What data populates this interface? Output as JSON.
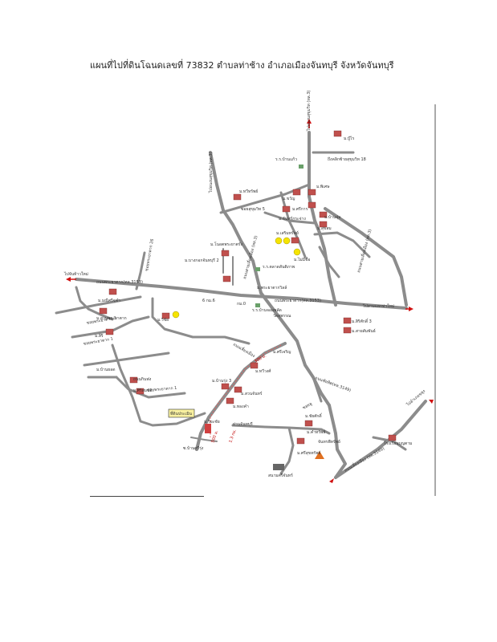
{
  "title": "แผนที่ไปที่ดินโฉนดเลขที่ 73832  ตำบลท่าช้าง อำเภอเมืองจันทบุรี จังหวัดจันทบุรี",
  "colors": {
    "road": "#8c8c8c",
    "arrow": "#d01010",
    "house": "#c0504d",
    "badge": "#f5e400"
  },
  "labels": {
    "l_sukhumvit_n": "ไปอนงนสุขุมวิท (ทล.3)",
    "l_mu_bu": "ม.บู๊ไร",
    "l_sukhumvit18": "ถึงคลิกซ้ายสุขุมวิท 18",
    "l_rn_ban_kaeo": "ร.ร.บ้านแก้ว",
    "l_sukhumvit_nw": "ไปอนงนสุขุมวิท (ทล.3)",
    "l_mu_thawi": "ม.ทวีทรัพย์",
    "l_mu_wiset": "ม.พิเศษ",
    "l_mu_kwan": "ม.ขวัญ",
    "l_soi5": "ซอยสุขุมวิท 5",
    "l_mu_si_kan": "ม.ศรีการ",
    "l_mu_ban_um": "ม.บ้านอุ่ม",
    "l_mu_chan_nu": "ม.จันทร์กระจ่าง",
    "l_mu_suk_som": "ม.สุขสม",
    "l_mu_sawat": "ม.เสริมทรัพย์",
    "l_mu_sin_song": "ม.ไม่มีชื่อ",
    "l_sukhumvit_e": "ถนนสายเลี่ยงเมือง (ทล.3)",
    "l_mu_niwet": "ม.โนอตพระยาตรัง",
    "l_mu_chanthaburi2": "ม.บางกอกจันทบุรี 2",
    "l_rn_talad": "ร.ร.ตลาดสันติภาพ",
    "l_phayatak26": "ซอยพระยาตาก 26",
    "l_to_bangkok": "ไปจันท้าวใหม่",
    "l_road_main_w": "ถนนพระยาตาก(ทล.3153)",
    "l_mu_mani": "ม.มณีศรีจุฬา",
    "l_mu_somsri": "ม.สวนพระยาตาก",
    "l_mu_phayatak_village": "ม.พระยาตากวิลล์",
    "l_mu_siri": "ม.สิริ",
    "l_kom_6": "6\nกม.6",
    "l_kom_0": "กม.0",
    "l_road_main_e": "ถนนพระยาตาก(ทล.3153)",
    "l_to_tha_mai": "ไปสามแยกท่าใหม่",
    "l_rn_ban": "ร.ร.บ้านจอมพลัด",
    "l_wat": "วัดสุพรรณ",
    "l_mu_siri3": "ม.สิริศักดิ์ 3",
    "l_mu_sap": "ม.สายสัมพันธ์",
    "l_mu_thawi_wong": "ม.ทวีวงศ์",
    "l_road_bypass": "ถนนเลี่ยงเมือง",
    "l_soi_phayatak3": "ซอยพระยาตาก 3",
    "l_soi_phayatak1": "ซอยพระยาตาก 1",
    "l_mu_wi_chai": "ม.วิชัย",
    "l_mu_sin_chai": "ม.ศรีเจริญ",
    "l_mu_ban_yot": "ม.บ้านยอด",
    "l_kin_fong": "ถนนกินฟง",
    "l_mu_ban_rung": "ม.บ้านรุ่ง 3",
    "l_mu_siri_sombat": "ม.ศิริสมบัติ",
    "l_mu_suan_chan": "ม.สวนจันทร์",
    "l_mu_thong": "ม.ทองคำ",
    "l_soi_phayatak_p": "ซอยพระยาตาก 1",
    "l_soi_lu": "ซอยลู",
    "l_road_chai": "ถนนชัยทิศ(ทล.3149)",
    "l_mu_chan_cha": "ม.ชัยศักดิ์",
    "l_land_box": "ที่ดินประเมิน",
    "l_mu_wi_ya": "ม.วิยะชัย",
    "l_soi_ban_si": "ซ.บ้านศรีรุ่ง",
    "l_mu_kham_sap": "ม.คำทรัพย์",
    "l_mu_sin_sap": "ม.ศรีสุขทรัพย์",
    "l_yan": "ย่านจันทบุรี",
    "l_chan_sap": "จันทรพีทรัพย์",
    "l_stadium": "สนามศรีจันทร์",
    "l_sukhumvit_s": "ถนนเลี่ยงเมือง (ทล.3149)",
    "l_school_nong": "โรงเรียนบุญตาม",
    "l_to_lam": "ไปอำเภอขลุง",
    "l_dist_1": "300 ม.",
    "l_dist_2": "1.3 กม.",
    "l_dist_3": "500 ม."
  }
}
